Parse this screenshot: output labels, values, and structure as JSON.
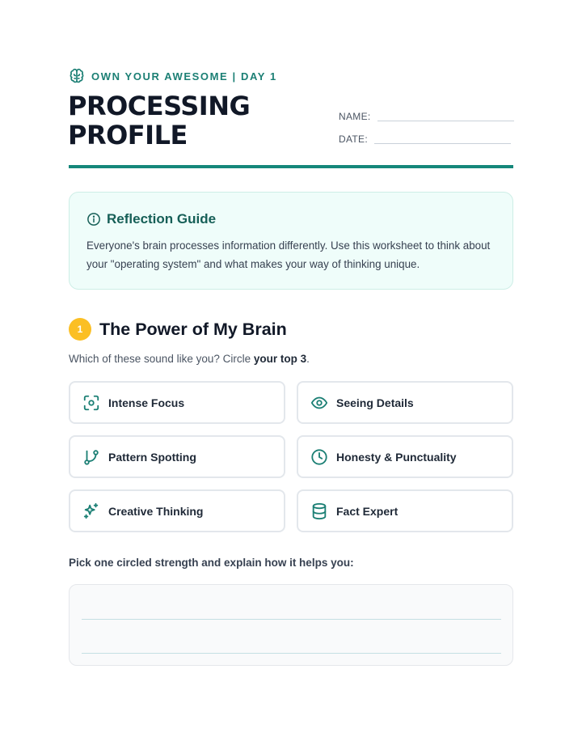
{
  "header": {
    "kicker": "OWN YOUR AWESOME | DAY 1",
    "kicker_icon": "brain-icon",
    "title_line1": "PROCESSING",
    "title_line2": "PROFILE",
    "name_label": "NAME:",
    "date_label": "DATE:"
  },
  "guide": {
    "icon": "info-icon",
    "title": "Reflection Guide",
    "body": "Everyone's brain processes information differently. Use this worksheet to think about your \"operating system\" and what makes your way of thinking unique."
  },
  "section": {
    "number": "1",
    "title": "The Power of My Brain",
    "prompt_prefix": "Which of these sound like you? Circle ",
    "prompt_bold": "your top 3",
    "prompt_suffix": "."
  },
  "strengths": [
    {
      "label": "Intense Focus",
      "icon": "focus-target-icon"
    },
    {
      "label": "Seeing Details",
      "icon": "eye-icon"
    },
    {
      "label": "Pattern Spotting",
      "icon": "branch-icon"
    },
    {
      "label": "Honesty & Punctuality",
      "icon": "clock-icon"
    },
    {
      "label": "Creative Thinking",
      "icon": "sparkles-icon"
    },
    {
      "label": "Fact Expert",
      "icon": "database-icon"
    }
  ],
  "reflection": {
    "prompt": "Pick one circled strength and explain how it helps you:"
  },
  "colors": {
    "accent": "#14877a",
    "badge": "#fbbf24",
    "guide_bg": "#effdfa"
  }
}
